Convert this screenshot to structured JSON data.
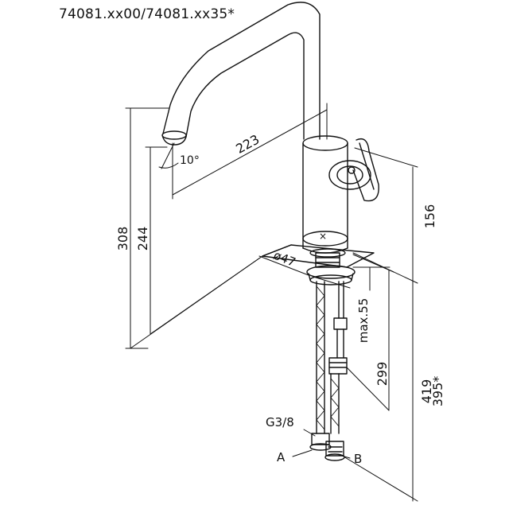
{
  "title": "74081.xx00/74081.xx35*",
  "dimensions": {
    "height_total": "308",
    "height_outlet": "244",
    "reach": "223",
    "angle": "10°",
    "body_height": "156",
    "hole_diameter": "ø47",
    "max_deck": "max.55",
    "shank_length": "299",
    "hose_length_a": "419",
    "hose_length_b": "395*",
    "thread": "G3/8"
  },
  "callouts": {
    "hose_a": "A",
    "hose_b": "B"
  },
  "colors": {
    "line": "#111111",
    "background": "#ffffff"
  }
}
